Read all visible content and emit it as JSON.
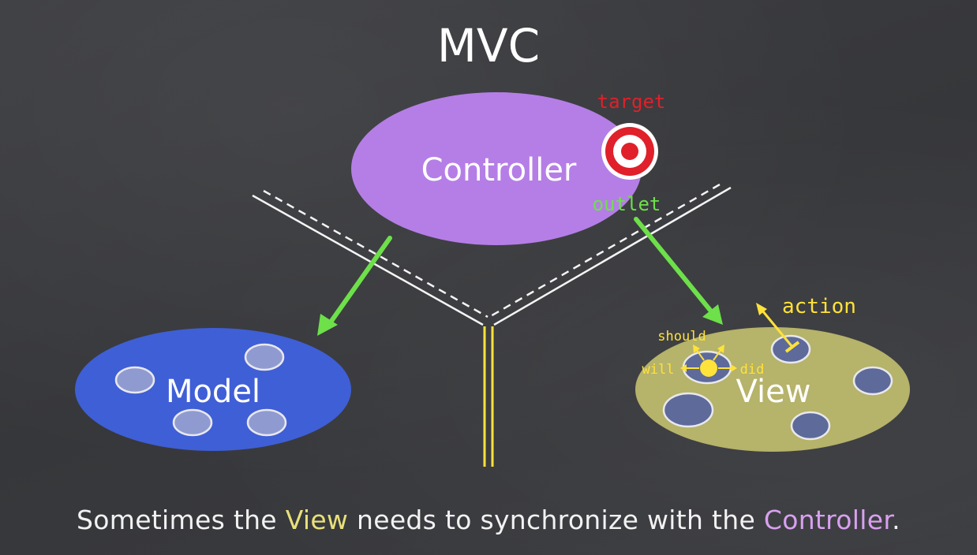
{
  "title": "MVC",
  "controller": {
    "label": "Controller",
    "color": "#b57ee6"
  },
  "model": {
    "label": "Model",
    "color": "#3f5fd6"
  },
  "view": {
    "label": "View",
    "color": "#b6b36a"
  },
  "annotations": {
    "target": "target",
    "outlet": "outlet",
    "action": "action",
    "should": "should",
    "will": "will",
    "did": "did"
  },
  "caption": {
    "part1": "Sometimes the ",
    "highlight_view": "View",
    "part2": " needs to synchronize with the ",
    "highlight_controller": "Controller",
    "part3": "."
  },
  "colors": {
    "arrow_green": "#6de04a",
    "yellow": "#ffe23a",
    "target_red": "#e0202a",
    "caption_view": "#e8e07a",
    "caption_controller": "#d9a0f0"
  }
}
